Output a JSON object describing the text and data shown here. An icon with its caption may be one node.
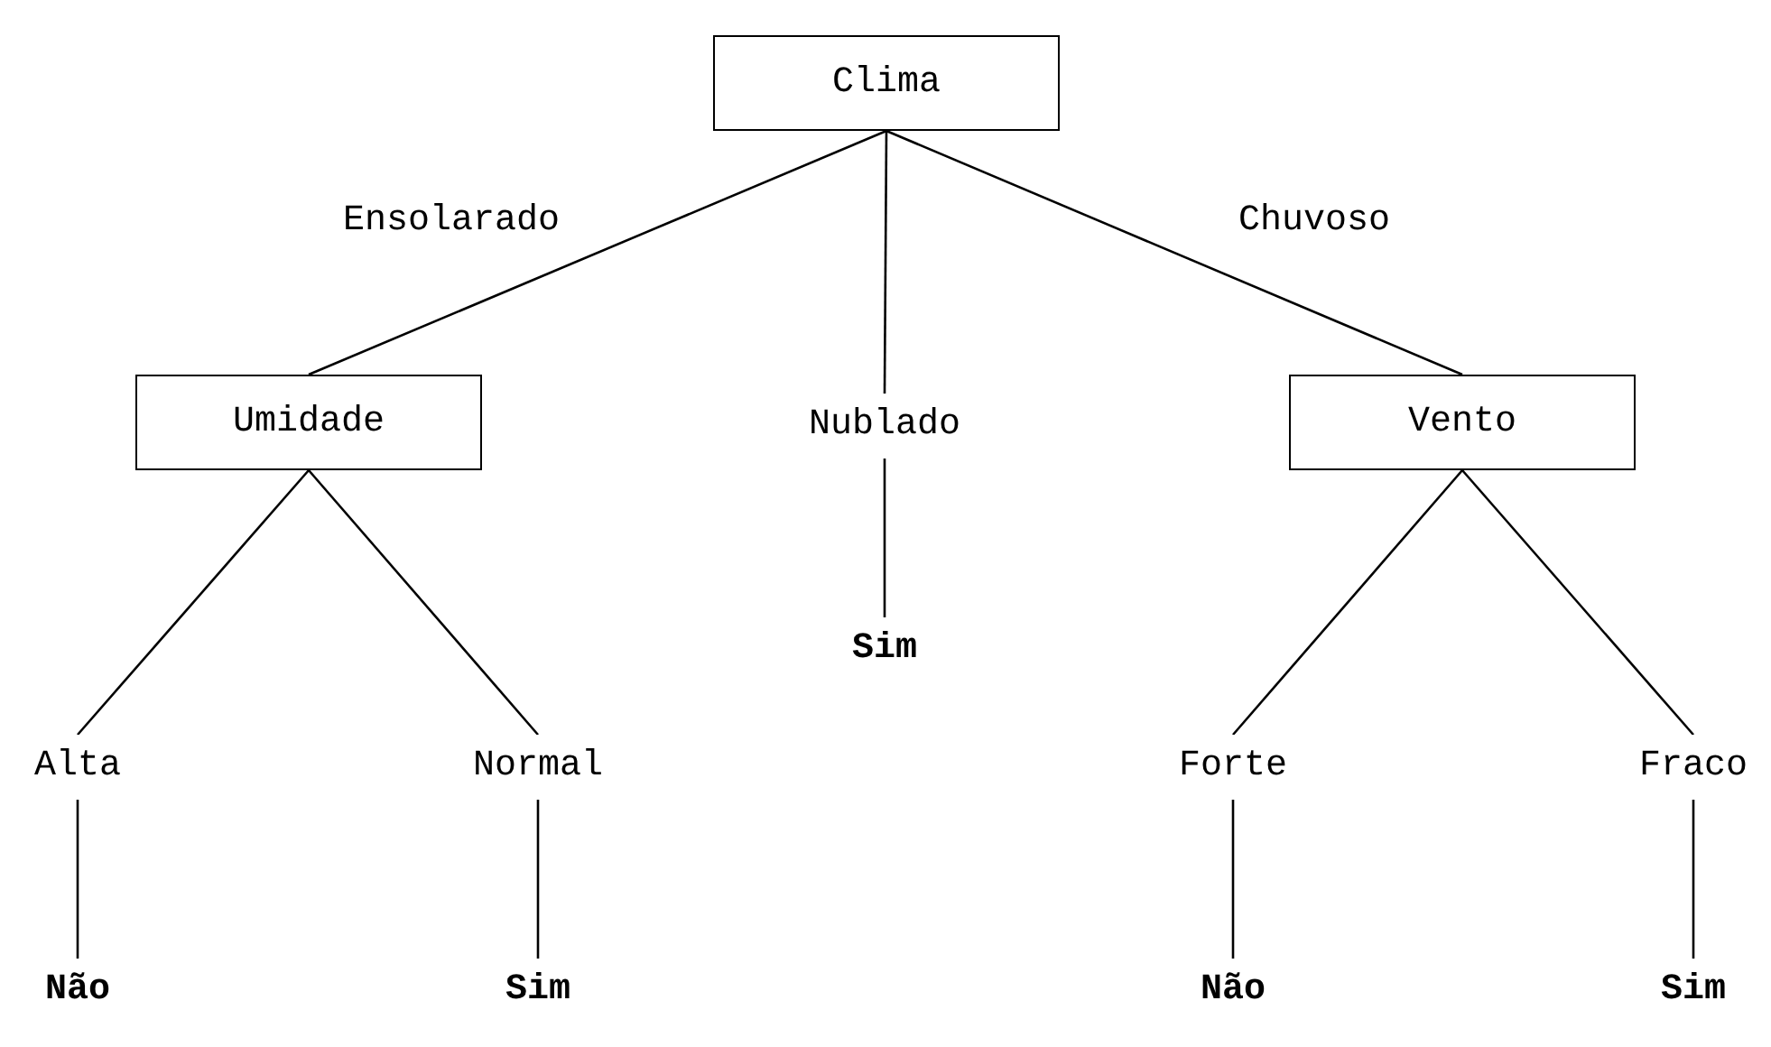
{
  "diagram": {
    "nodes": [
      {
        "text": [
          "Clima"
        ]
      },
      {
        "text": [
          "Umidade"
        ]
      },
      {
        "text": [
          "Nublado"
        ]
      },
      {
        "text": [
          "Vento"
        ]
      },
      {
        "text": [
          "Sim"
        ]
      },
      {
        "text": [
          "Alta"
        ]
      },
      {
        "text": [
          "Normal"
        ]
      },
      {
        "text": [
          "Forte"
        ]
      },
      {
        "text": [
          "Fraco"
        ]
      },
      {
        "text": [
          "Não"
        ]
      },
      {
        "text": [
          "Sim"
        ]
      },
      {
        "text": [
          "Não"
        ]
      },
      {
        "text": [
          "Sim"
        ]
      }
    ],
    "edges": [
      {
        "from": 0,
        "to": 1,
        "arrow": "none",
        "label": "Ensolarado"
      },
      {
        "from": 0,
        "to": 2,
        "arrow": "none"
      },
      {
        "from": 0,
        "to": 3,
        "arrow": "none",
        "label": "Chuvoso"
      },
      {
        "from": 1,
        "to": 5,
        "arrow": "none"
      },
      {
        "from": 1,
        "to": 6,
        "arrow": "none"
      },
      {
        "from": 2,
        "to": 4,
        "arrow": "none"
      },
      {
        "from": 3,
        "to": 7,
        "arrow": "none"
      },
      {
        "from": 3,
        "to": 8,
        "arrow": "none"
      },
      {
        "from": 5,
        "to": 9,
        "arrow": "none"
      },
      {
        "from": 6,
        "to": 10,
        "arrow": "none"
      },
      {
        "from": 7,
        "to": 11,
        "arrow": "none"
      },
      {
        "from": 8,
        "to": 12,
        "arrow": "none"
      }
    ]
  }
}
